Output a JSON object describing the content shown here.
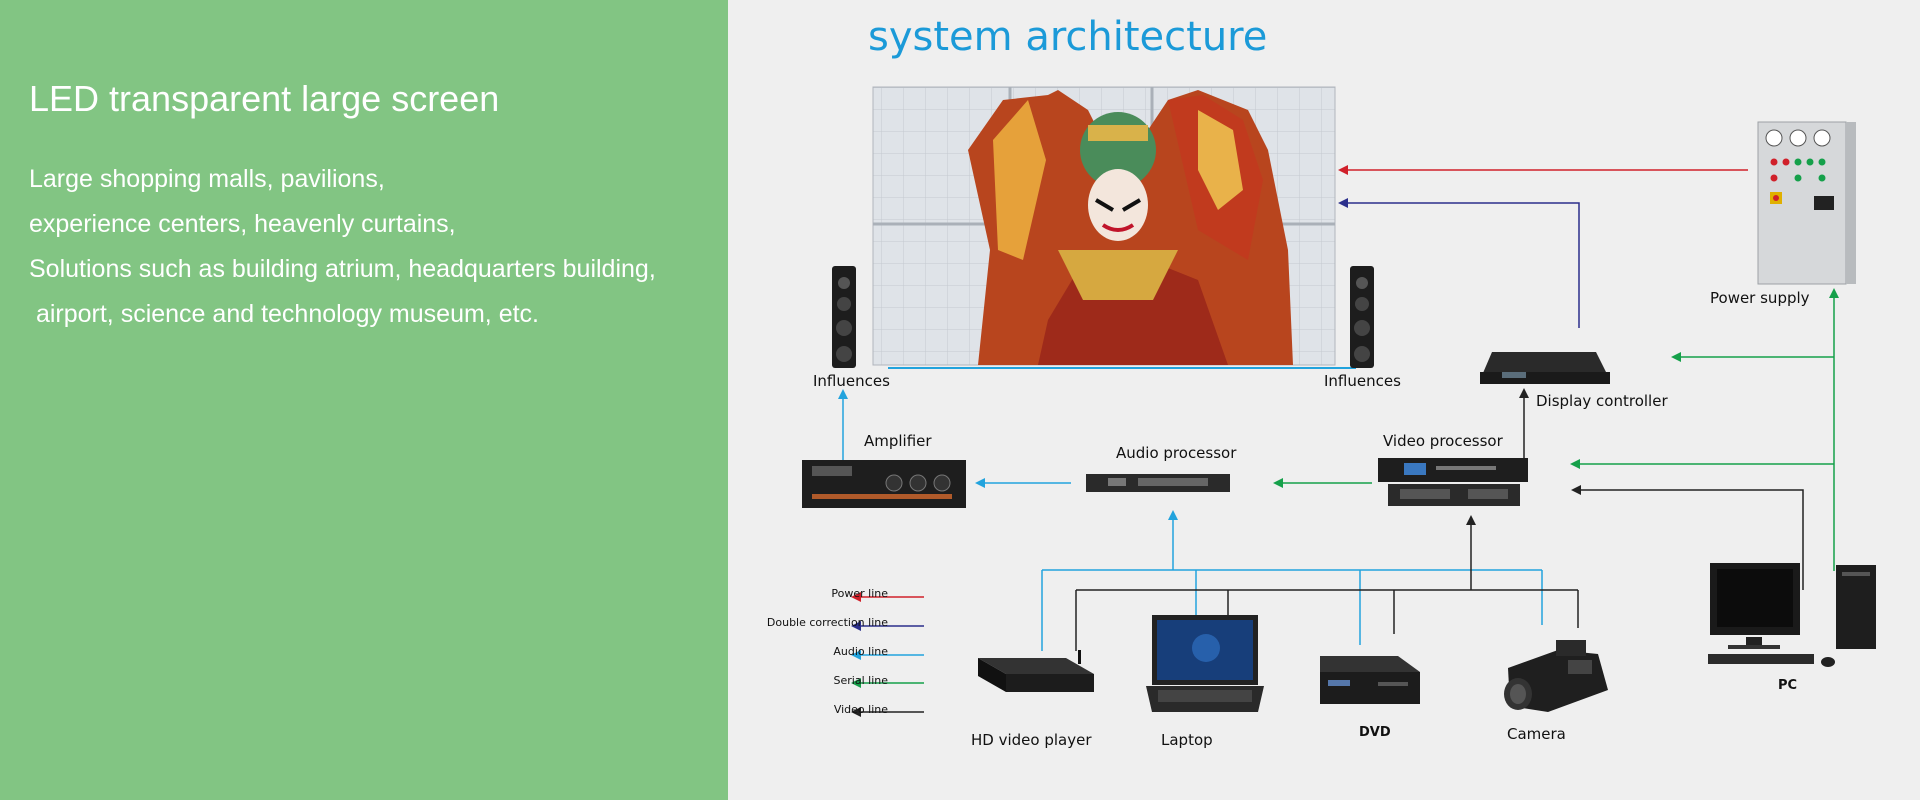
{
  "left_panel": {
    "title": "LED transparent large screen",
    "lines": [
      "Large shopping malls, pavilions,",
      "experience centers, heavenly curtains,",
      "Solutions such as building atrium, headquarters building,",
      " airport, science and technology museum, etc."
    ]
  },
  "diagram": {
    "title": "system architecture",
    "labels": {
      "influences_left": "Influences",
      "influences_right": "Influences",
      "amplifier": "Amplifier",
      "audio_processor": "Audio processor",
      "video_processor": "Video processor",
      "display_controller": "Display controller",
      "power_supply": "Power supply",
      "pc": "PC",
      "hd_video_player": "HD video player",
      "laptop": "Laptop",
      "dvd": "DVD",
      "camera": "Camera"
    },
    "legend": [
      {
        "label": "Power line",
        "color": "#d0202a"
      },
      {
        "label": "Double correction line",
        "color": "#2b2f8c"
      },
      {
        "label": "Audio line",
        "color": "#22a3dd"
      },
      {
        "label": "Serial line",
        "color": "#15a04a"
      },
      {
        "label": "Video line",
        "color": "#222222"
      }
    ],
    "colors": {
      "power": "#d0202a",
      "correction": "#2b2f8c",
      "audio": "#22a3dd",
      "serial": "#15a04a",
      "video": "#222222",
      "title": "#1b9ad8",
      "left_background": "#82c583"
    }
  }
}
